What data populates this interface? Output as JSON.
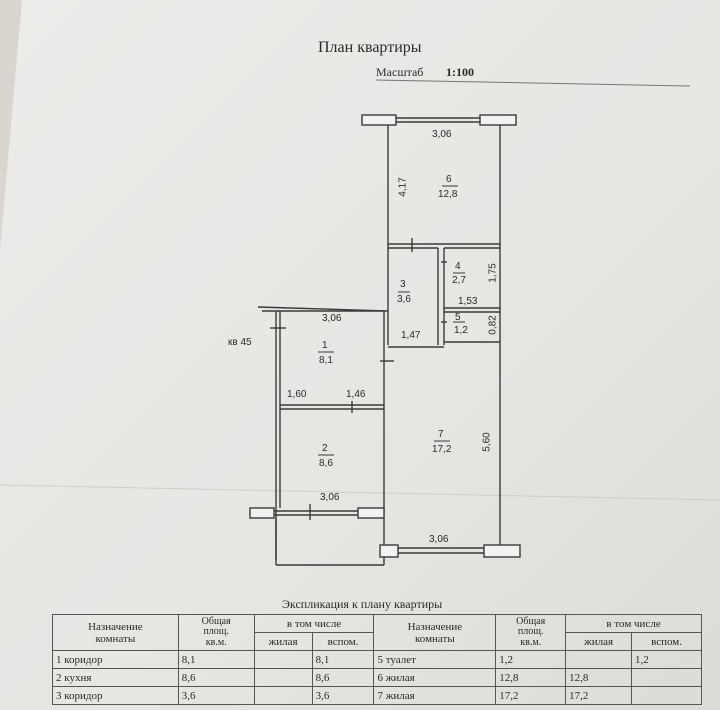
{
  "document": {
    "title": "План квартиры",
    "scale_label": "Масштаб",
    "scale_value": "1:100",
    "apartment_label": "кв 45"
  },
  "plan": {
    "dimensions": {
      "top_width": "3,06",
      "room6_height": "4,17",
      "room4_height": "1,75",
      "room4_width": "1,53",
      "room5_height": "0,82",
      "room3_width": "1,47",
      "room1_width": "3,06",
      "room1_bottom_left": "1,60",
      "room1_bottom_right": "1,46",
      "room2_bottom": "3,06",
      "room7_height": "5,60",
      "room7_bottom": "3,06"
    },
    "rooms": [
      {
        "number": "6",
        "area": "12,8"
      },
      {
        "number": "4",
        "area": "2,7"
      },
      {
        "number": "3",
        "area": "3,6"
      },
      {
        "number": "5",
        "area": "1,2"
      },
      {
        "number": "1",
        "area": "8,1"
      },
      {
        "number": "2",
        "area": "8,6"
      },
      {
        "number": "7",
        "area": "17,2"
      }
    ]
  },
  "explication": {
    "title": "Экспликация к плану квартиры",
    "headers": {
      "purpose_line1": "Назначение",
      "purpose_line2": "комнаты",
      "total_line1": "Общая",
      "total_line2": "площ.",
      "total_line3": "кв.м.",
      "including": "в том числе",
      "living": "жилая",
      "aux": "вспом."
    },
    "left_rows": [
      {
        "name": "1 коридор",
        "total": "8,1",
        "living": "",
        "aux": "8,1"
      },
      {
        "name": "2 кухня",
        "total": "8,6",
        "living": "",
        "aux": "8,6"
      },
      {
        "name": "3 коридор",
        "total": "3,6",
        "living": "",
        "aux": "3,6"
      }
    ],
    "right_rows": [
      {
        "name": "5 туалет",
        "total": "1,2",
        "living": "",
        "aux": "1,2"
      },
      {
        "name": "6 жилая",
        "total": "12,8",
        "living": "12,8",
        "aux": ""
      },
      {
        "name": "7 жилая",
        "total": "17,2",
        "living": "17,2",
        "aux": ""
      }
    ]
  }
}
